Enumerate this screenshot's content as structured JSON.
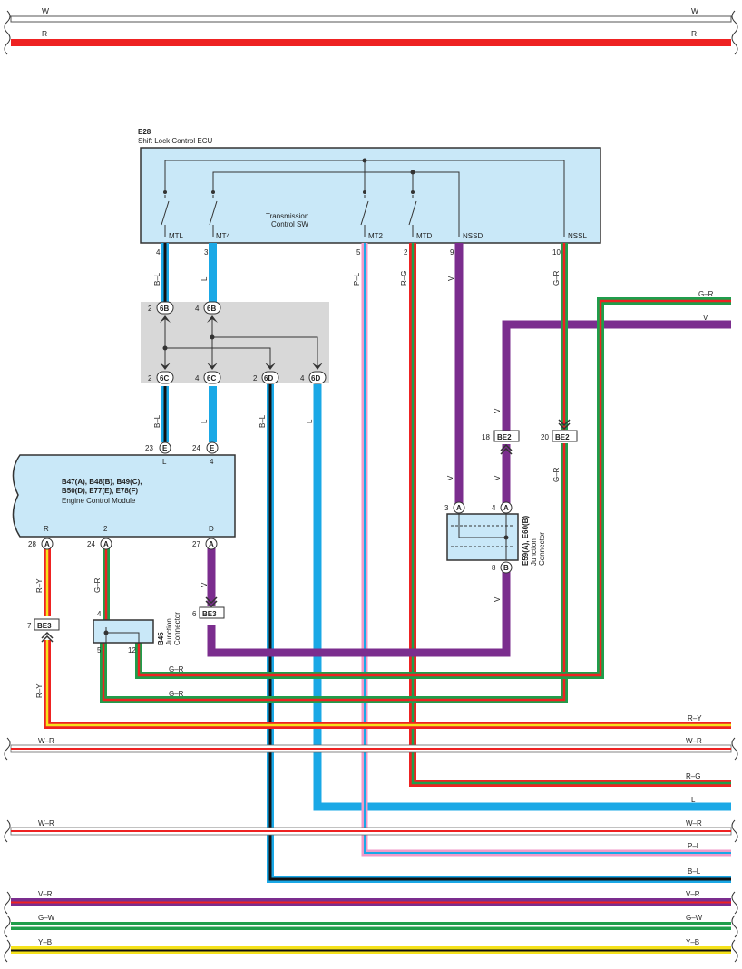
{
  "colors": {
    "W": "#ffffff",
    "R": "#ee2222",
    "V": "#7b2d8e",
    "L": "#1aa8e6",
    "G": "#1f9e4b",
    "Y": "#f5e21c",
    "B": "#111111",
    "P": "#f29ac8",
    "ecu_fill": "#c9e8f8",
    "junction_fill": "#d8d8d8"
  },
  "ecu": {
    "code": "E28",
    "name": "Shift Lock Control ECU",
    "switch_label_1": "Transmission",
    "switch_label_2": "Control SW",
    "terminals": [
      {
        "name": "MTL",
        "pin": "4",
        "wire": "B–L"
      },
      {
        "name": "MT4",
        "pin": "3",
        "wire": "L"
      },
      {
        "name": "MT2",
        "pin": "5",
        "wire": "P–L"
      },
      {
        "name": "MTD",
        "pin": "2",
        "wire": "R–G"
      },
      {
        "name": "NSSD",
        "pin": "9",
        "wire": "V"
      },
      {
        "name": "NSSL",
        "pin": "10",
        "wire": "G–R"
      }
    ]
  },
  "junction_6": {
    "top": [
      {
        "pin": "2",
        "id": "6B"
      },
      {
        "pin": "4",
        "id": "6B"
      }
    ],
    "bottom": [
      {
        "pin": "2",
        "id": "6C"
      },
      {
        "pin": "4",
        "id": "6C"
      },
      {
        "pin": "2",
        "id": "6D"
      },
      {
        "pin": "4",
        "id": "6D"
      }
    ]
  },
  "ecm": {
    "title_1": "B47(A), B48(B), B49(C),",
    "title_2": "B50(D), E77(E), E78(F)",
    "title_3": "Engine Control Module",
    "top_pins": [
      {
        "pin": "23",
        "id": "E",
        "term": "L"
      },
      {
        "pin": "24",
        "id": "E",
        "term": "4"
      }
    ],
    "bottom_pins": [
      {
        "pin": "28",
        "id": "A",
        "term": "R",
        "wire": "R–Y"
      },
      {
        "pin": "24",
        "id": "A",
        "term": "2",
        "wire": "G–R"
      },
      {
        "pin": "27",
        "id": "A",
        "term": "D",
        "wire": "V"
      }
    ]
  },
  "wire_labels": {
    "bl_mid": "B–L",
    "l_mid": "L",
    "bl_right": "B–L",
    "l_right": "L",
    "v_upper": "V",
    "v_lower": "V",
    "v_below_jc": "V",
    "gr_right": "G–R",
    "ry_lower": "R–Y",
    "gr_b45_1": "G–R",
    "gr_b45_2": "G–R"
  },
  "connectors": {
    "be3_left": {
      "pin": "7",
      "id": "BE3"
    },
    "be3_right": {
      "pin": "6",
      "id": "BE3"
    },
    "be2_left": {
      "pin": "18",
      "id": "BE2"
    },
    "be2_right": {
      "pin": "20",
      "id": "BE2"
    }
  },
  "jc_e59": {
    "pins_top": [
      {
        "pin": "3",
        "id": "A"
      },
      {
        "pin": "4",
        "id": "A"
      }
    ],
    "pin_bottom": {
      "pin": "8",
      "id": "B"
    },
    "code": "E59(A), E60(B)",
    "name_1": "Junction",
    "name_2": "Connector"
  },
  "jc_b45": {
    "code": "B45",
    "name_1": "Junction",
    "name_2": "Connector",
    "pins": [
      "4",
      "5",
      "12"
    ]
  },
  "bus_lines": [
    {
      "label": "W",
      "colors": [
        "W"
      ]
    },
    {
      "label": "R",
      "colors": [
        "R"
      ]
    },
    {
      "label": "G–R",
      "colors": [
        "G",
        "R"
      ]
    },
    {
      "label": "V",
      "colors": [
        "V"
      ]
    },
    {
      "label": "R–Y",
      "colors": [
        "R",
        "Y"
      ]
    },
    {
      "label": "W–R",
      "colors": [
        "W",
        "R"
      ]
    },
    {
      "label": "R–G",
      "colors": [
        "R",
        "G"
      ]
    },
    {
      "label": "L",
      "colors": [
        "L"
      ]
    },
    {
      "label": "W–R",
      "colors": [
        "W",
        "R"
      ]
    },
    {
      "label": "P–L",
      "colors": [
        "P",
        "L"
      ]
    },
    {
      "label": "B–L",
      "colors": [
        "B",
        "L"
      ]
    },
    {
      "label": "V–R",
      "colors": [
        "V",
        "R"
      ]
    },
    {
      "label": "G–W",
      "colors": [
        "G",
        "W"
      ]
    },
    {
      "label": "Y–B",
      "colors": [
        "Y",
        "B"
      ]
    }
  ]
}
